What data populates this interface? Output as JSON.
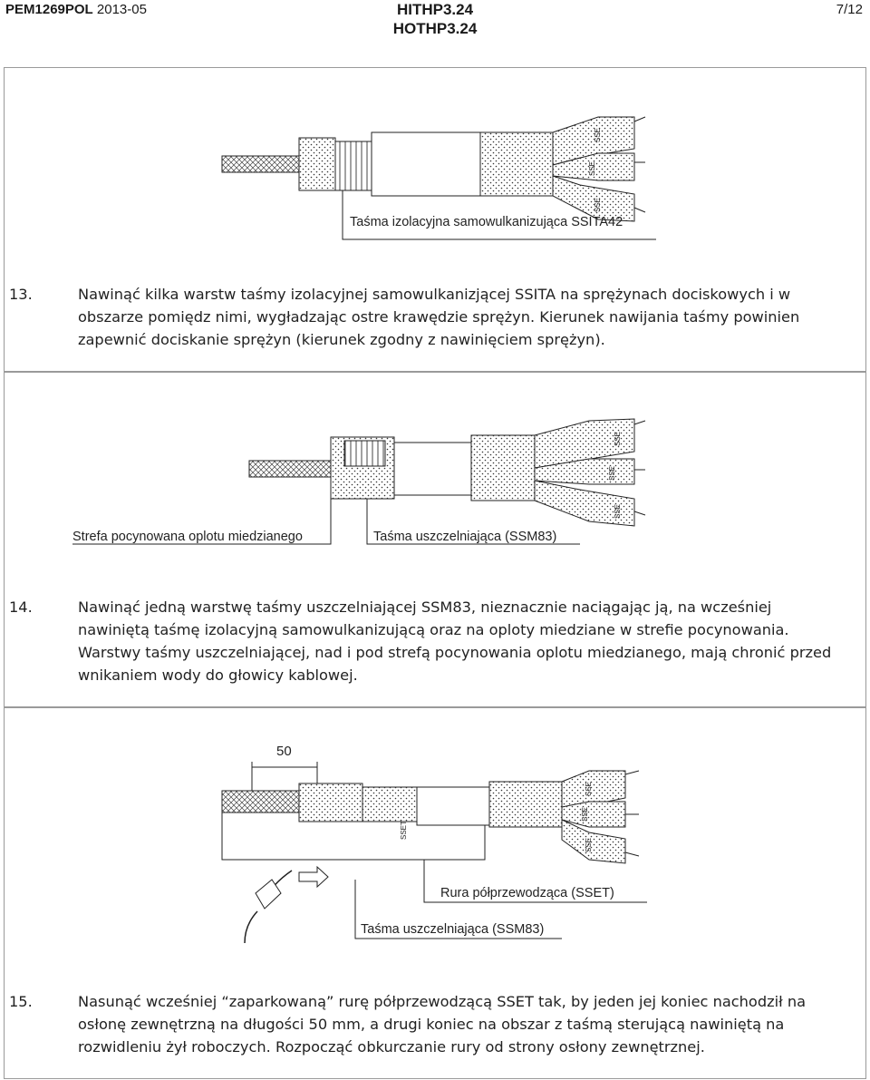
{
  "header": {
    "doc_code": "PEM1269POL",
    "doc_date": "2013-05",
    "title_1": "HITHP3.24",
    "title_2": "HOTHP3.24",
    "page": "7/12"
  },
  "fig1": {
    "label": "Taśma izolacyjna samowulkanizująca SSITA42",
    "mark": "SSE"
  },
  "step13": {
    "number": "13.",
    "text": "Nawinąć kilka warstw taśmy izolacyjnej samowulkanizjącej SSITA na sprężynach dociskowych i w obszarze pomiędz nimi, wygładzając ostre krawędzie sprężyn. Kierunek nawijania taśmy powinien zapewnić dociskanie sprężyn (kierunek zgodny z nawinięciem sprężyn)."
  },
  "fig2": {
    "label_left": "Strefa pocynowana oplotu miedzianego",
    "label_right": "Taśma uszczelniająca (SSM83)",
    "mark": "SSE"
  },
  "step14": {
    "number": "14.",
    "text": "Nawinąć jedną warstwę taśmy uszczelniającej SSM83, nieznacznie naciągając ją, na wcześniej nawiniętą taśmę izolacyjną samowulkanizującą oraz na oploty miedziane w strefie pocynowania.  Warstwy taśmy uszczelniającej, nad i pod strefą pocynowania oplotu miedzianego, mają chronić przed wnikaniem wody do głowicy kablowej."
  },
  "fig3": {
    "dimension": "50",
    "label_pipe": "Rura półprzewodząca (SSET)",
    "label_tape": "Taśma uszczelniająca (SSM83)",
    "mark": "SSE",
    "sleeve_mark": "SSET"
  },
  "step15": {
    "number": "15.",
    "text": "Nasunąć wcześniej “zaparkowaną” rurę półprzewodzącą SSET tak, by jeden jej koniec nachodził na osłonę zewnętrzną na długości 50 mm, a drugi koniec na obszar z taśmą sterującą nawiniętą na rozwidleniu żył roboczych. Rozpocząć obkurczanie rury od strony osłony zewnętrznej."
  }
}
